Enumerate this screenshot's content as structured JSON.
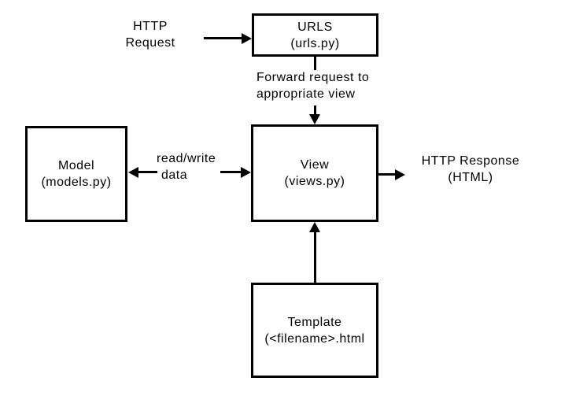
{
  "diagram": {
    "colors": {
      "stroke": "#000000",
      "background": "#ffffff",
      "box_fill": "#ffffff",
      "text": "#000000"
    },
    "nodes": {
      "urls": {
        "line1": "URLS",
        "line2": "(urls.py)"
      },
      "view": {
        "line1": "View",
        "line2": "(views.py)"
      },
      "model": {
        "line1": "Model",
        "line2": "(models.py)"
      },
      "template": {
        "line1": "Template",
        "line2": "(<filename>.html"
      }
    },
    "labels": {
      "http_request": {
        "line1": "HTTP",
        "line2": "Request"
      },
      "forward": {
        "line1": "Forward request to",
        "line2": "appropriate view"
      },
      "read_write": {
        "line1": "read/write",
        "line2": "data"
      },
      "http_response": {
        "line1": "HTTP Response",
        "line2": "(HTML)"
      }
    }
  }
}
